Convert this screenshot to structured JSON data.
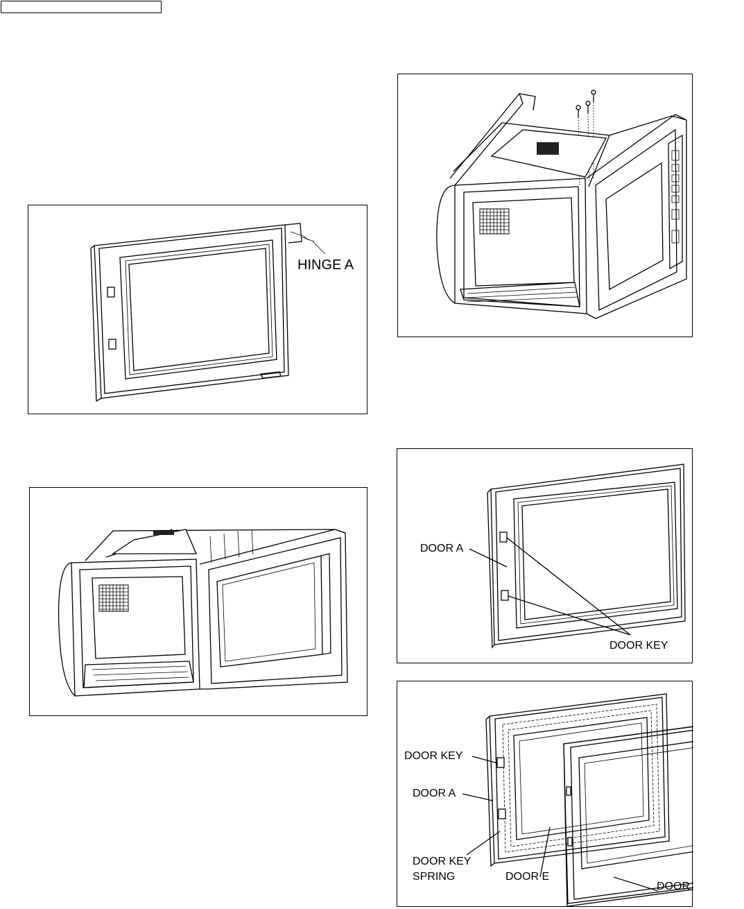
{
  "labels": {
    "hinge_a": "HINGE A",
    "door_a": "DOOR A",
    "door_key": "DOOR KEY",
    "door_key_spring_1": "DOOR KEY",
    "door_key_spring_2": "SPRING",
    "door_e": "DOOR E",
    "door_c": "DOOR C"
  }
}
